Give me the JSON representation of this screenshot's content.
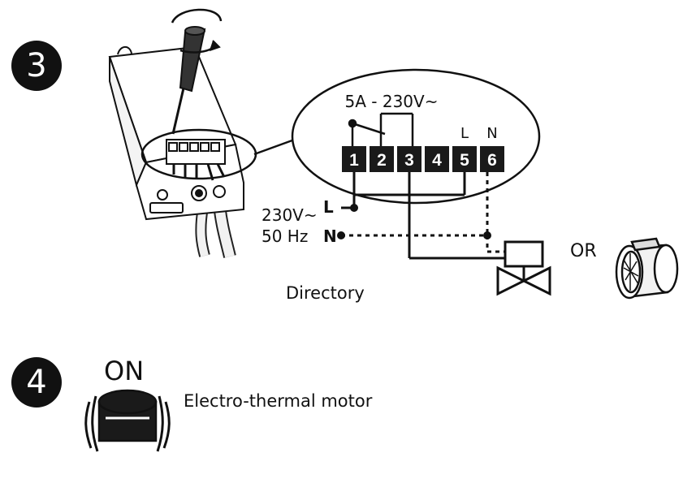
{
  "steps": {
    "step3": {
      "number": "3"
    },
    "step4": {
      "number": "4"
    }
  },
  "wiring": {
    "rating": "5A - 230V~",
    "terminals": [
      "1",
      "2",
      "3",
      "4",
      "5",
      "6"
    ],
    "terminal_tags": {
      "t5": "L",
      "t6": "N"
    },
    "supply_voltage": "230V~",
    "supply_frequency": "50 Hz",
    "line_label": "L",
    "neutral_label": "N",
    "or_label": "OR",
    "caption": "Directory"
  },
  "motor": {
    "state_label": "ON",
    "caption": "Electro-thermal motor"
  },
  "colors": {
    "ink": "#111111",
    "device_shade": "#e9e9e9",
    "terminal_fill": "#1a1a1a"
  }
}
